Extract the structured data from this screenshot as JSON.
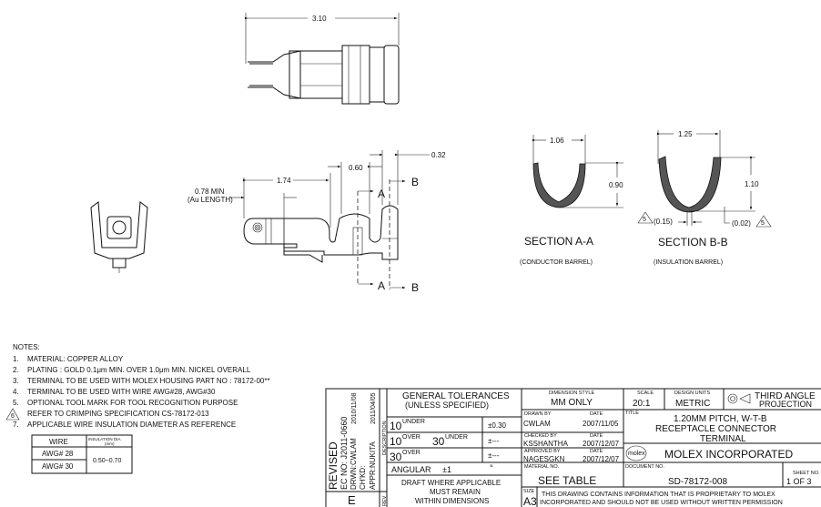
{
  "dimensions": {
    "overall_length": "3.10",
    "crimp_length": "1.74",
    "au_length": "0.78 MIN",
    "au_length_label": "(Au LENGTH)",
    "barrel_gap": "0.60",
    "barrel_width": "0.32",
    "section_a_width": "1.06",
    "section_a_height": "0.90",
    "section_b_width": "1.25",
    "section_b_height": "1.10",
    "section_b_flat": "(0.15)",
    "section_b_offset": "(0.02)",
    "note_ref": "5"
  },
  "section_markers": {
    "a": "A",
    "b": "B"
  },
  "sections": [
    {
      "title": "SECTION A-A",
      "subtitle": "(CONDUCTOR BARREL)"
    },
    {
      "title": "SECTION B-B",
      "subtitle": "(INSULATION BARREL)"
    }
  ],
  "notes": {
    "heading": "NOTES:",
    "items": [
      {
        "num": "1.",
        "text": "MATERIAL: COPPER ALLOY"
      },
      {
        "num": "2.",
        "text": "PLATING : GOLD 0.1μm MIN. OVER 1.0μm MIN. NICKEL OVERALL"
      },
      {
        "num": "3.",
        "text": "TERMINAL TO BE USED WITH MOLEX HOUSING PART NO : 78172-00**"
      },
      {
        "num": "4.",
        "text": "TERMINAL TO BE USED WITH WIRE AWG#28, AWG#30"
      },
      {
        "num": "5.",
        "text": "OPTIONAL TOOL MARK FOR TOOL RECOGNITION PURPOSE"
      },
      {
        "num": "6",
        "text": "REFER TO CRIMPING SPECIFICATION CS-78172-013"
      },
      {
        "num": "7.",
        "text": "APPLICABLE WIRE INSULATION DIAMETER AS REFERENCE"
      }
    ]
  },
  "wire_table": {
    "headers": [
      "WIRE",
      "INSULATION DIA.",
      "(mm)"
    ],
    "rows": [
      "AWG# 28",
      "AWG# 30"
    ],
    "value": "0.50~0.70"
  },
  "revision": {
    "revised": "REVISED",
    "ec_no": "EC NO: J2011-0660",
    "drwn": "DRWN:CWLAM",
    "chkd": "CH'KD:",
    "appr": "APPR:NUKITA",
    "date1": "2010/11/08",
    "date2": "2011/04/05",
    "rev": "E",
    "description_label": "DESCRIPTION",
    "rev_label": "REV"
  },
  "tolerances": {
    "heading1": "GENERAL TOLERANCES",
    "heading2": "(UNLESS SPECIFIED)",
    "rows": [
      {
        "a": "10",
        "a_sup": "UNDER",
        "b": "",
        "b_sup": "",
        "tol": "±0.30"
      },
      {
        "a": "10",
        "a_sup": "OVER",
        "b": "30",
        "b_sup": "UNDER",
        "tol": "±---"
      },
      {
        "a": "30",
        "a_sup": "OVER",
        "b": "",
        "b_sup": "",
        "tol": "±---"
      }
    ],
    "angular_label": "ANGULAR",
    "angular_tol": "±1",
    "angular_unit": "°",
    "draft1": "DRAFT WHERE APPLICABLE",
    "draft2": "MUST REMAIN",
    "draft3": "WITHIN DIMENSIONS"
  },
  "title_block": {
    "dimension_style_label": "DIMENSION STYLE",
    "dimension_style": "MM ONLY",
    "drawn_by_label": "DRAWN BY",
    "drawn_by": "CWLAM",
    "drawn_date": "2007/11/05",
    "checked_by_label": "CHECKED BY",
    "checked_by": "KSSHANTHA",
    "checked_date": "2007/12/07",
    "approved_by_label": "APPROVED BY",
    "approved_by": "NAGESGKN",
    "approved_date": "2007/12/07",
    "date_label": "DATE",
    "material_label": "MATERIAL NO.",
    "material": "SEE TABLE",
    "scale_label": "SCALE",
    "scale": "20:1",
    "design_units_label": "DESIGN UNITS",
    "design_units": "METRIC",
    "projection1": "THIRD ANGLE",
    "projection2": "PROJECTION",
    "title_label": "TITLE",
    "title1": "1.20MM PITCH, W-T-B",
    "title2": "RECEPTACLE CONNECTOR",
    "title3": "TERMINAL",
    "company_logo": "molex",
    "company": "MOLEX INCORPORATED",
    "document_label": "DOCUMENT NO.",
    "document_no": "SD-78172-008",
    "sheet_label": "SHEET NO.",
    "sheet": "1 OF 3",
    "size_label": "SIZE",
    "size": "A3",
    "proprietary1": "THIS DRAWING CONTAINS INFORMATION THAT IS PROPRIETARY TO MOLEX",
    "proprietary2": "INCORPORATED AND SHOULD NOT BE USED WITHOUT WRITTEN PERMISSION"
  }
}
